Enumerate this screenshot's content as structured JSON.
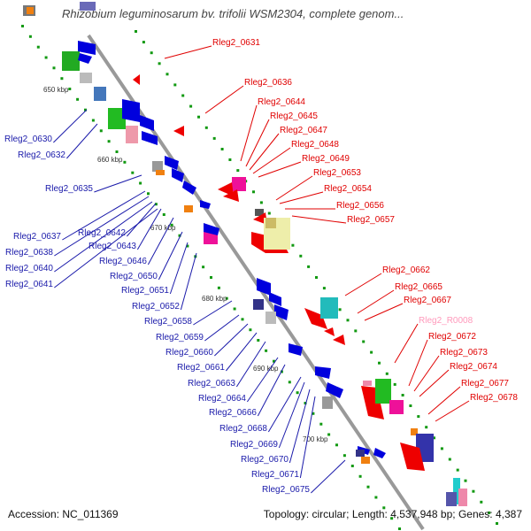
{
  "title": "Rhizobium leguminosarum bv. trifolii WSM2304, complete genom...",
  "footer": {
    "accession": "Accession: NC_011369",
    "summary": "Topology: circular; Length: 4,537,948 bp; Genes: 4,387"
  },
  "colors": {
    "forward_label": "#e00000",
    "reverse_label": "#1a1aaa",
    "rna_label": "#ff99bb",
    "backbone": "#999999",
    "tick": "#119911"
  },
  "scale_labels": [
    "650 kbp",
    "660 kbp",
    "670 kbp",
    "680 kbp",
    "690 kbp",
    "700 kbp"
  ],
  "forward_genes": [
    "Rleg2_0631",
    "Rleg2_0636",
    "Rleg2_0644",
    "Rleg2_0645",
    "Rleg2_0647",
    "Rleg2_0648",
    "Rleg2_0649",
    "Rleg2_0653",
    "Rleg2_0654",
    "Rleg2_0656",
    "Rleg2_0657",
    "Rleg2_0662",
    "Rleg2_0665",
    "Rleg2_0667",
    "Rleg2_R0008",
    "Rleg2_0672",
    "Rleg2_0673",
    "Rleg2_0674",
    "Rleg2_0677",
    "Rleg2_0678"
  ],
  "reverse_genes": [
    "Rleg2_0630",
    "Rleg2_0632",
    "Rleg2_0635",
    "Rleg2_0637",
    "Rleg2_0642",
    "Rleg2_0638",
    "Rleg2_0643",
    "Rleg2_0640",
    "Rleg2_0646",
    "Rleg2_0641",
    "Rleg2_0650",
    "Rleg2_0651",
    "Rleg2_0652",
    "Rleg2_0658",
    "Rleg2_0659",
    "Rleg2_0660",
    "Rleg2_0661",
    "Rleg2_0663",
    "Rleg2_0664",
    "Rleg2_0666",
    "Rleg2_0668",
    "Rleg2_0669",
    "Rleg2_0670",
    "Rleg2_0671",
    "Rleg2_0675"
  ]
}
